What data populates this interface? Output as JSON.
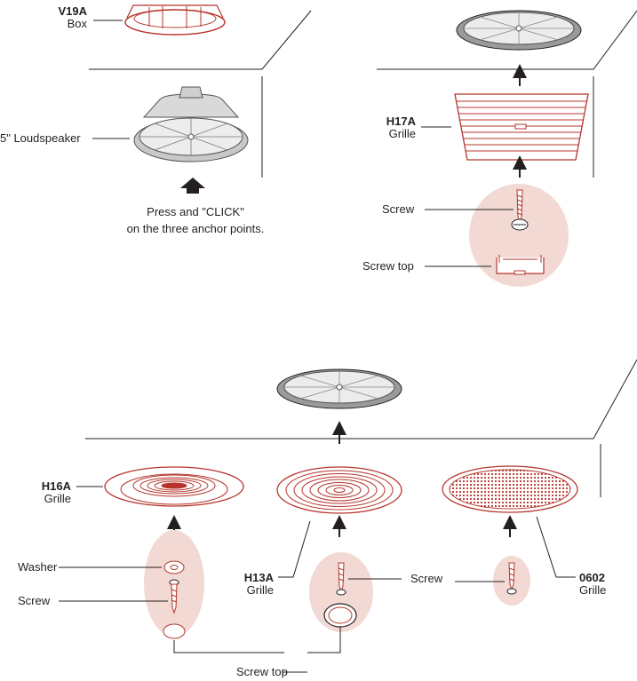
{
  "panel1": {
    "box_code": "V19A",
    "box_name": "Box",
    "speaker_label": "5\" Loudspeaker",
    "instruction_line1": "Press and \"CLICK\"",
    "instruction_line2": "on the three anchor points."
  },
  "panel2": {
    "grille_code": "H17A",
    "grille_name": "Grille",
    "screw_label": "Screw",
    "screw_top_label": "Screw top"
  },
  "panel3": {
    "h16a_code": "H16A",
    "h16a_name": "Grille",
    "washer_label": "Washer",
    "screw_left_label": "Screw",
    "h13a_code": "H13A",
    "h13a_name": "Grille",
    "screw_mid_label": "Screw",
    "g0602_code": "0602",
    "g0602_name": "Grille",
    "screw_top_label": "Screw top"
  },
  "colors": {
    "accent_red": "#b5352c",
    "pink_fill": "#f2d9d3",
    "line": "#231f20"
  }
}
